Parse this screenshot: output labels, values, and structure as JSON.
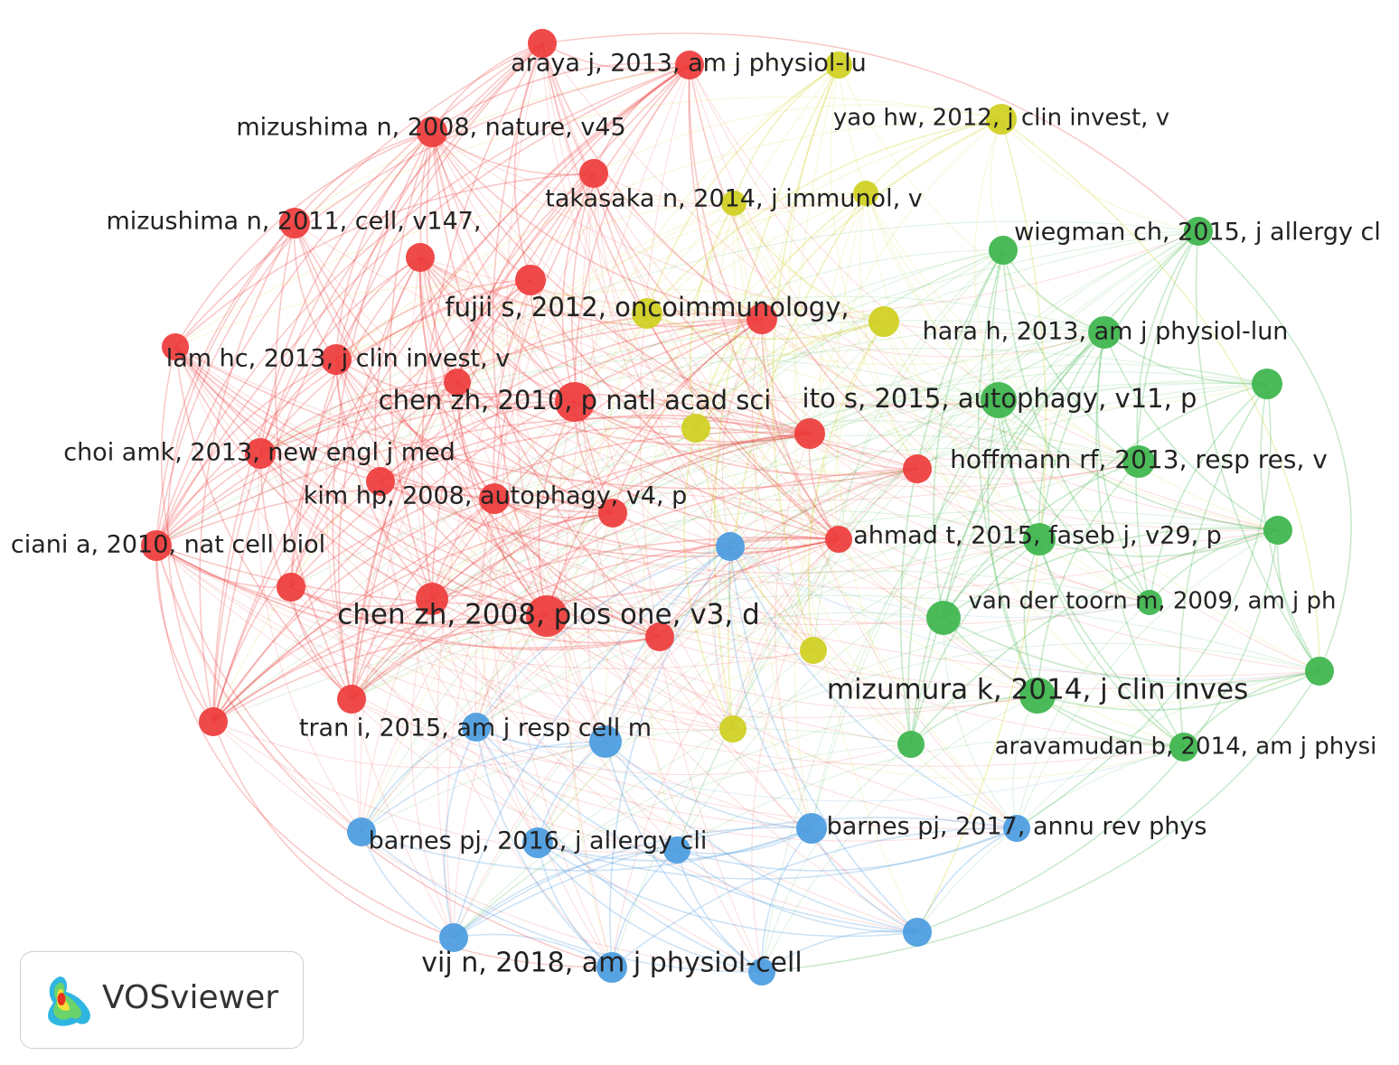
{
  "colors": {
    "red": "#ee3b3b",
    "green": "#3cb44b",
    "blue": "#4a9be0",
    "yellow": "#cfcf1f"
  },
  "nodes": [
    {
      "id": "araya",
      "cluster": "red",
      "label": "araya j, 2013, am j physiol-lu"
    },
    {
      "id": "r_top",
      "cluster": "red",
      "label": ""
    },
    {
      "id": "y_top",
      "cluster": "yellow",
      "label": ""
    },
    {
      "id": "mizushima08",
      "cluster": "red",
      "label": "mizushima n, 2008, nature, v45"
    },
    {
      "id": "yao",
      "cluster": "yellow",
      "label": "yao hw, 2012, j clin invest, v"
    },
    {
      "id": "r_a",
      "cluster": "red",
      "label": ""
    },
    {
      "id": "takasaka",
      "cluster": "yellow",
      "label": "takasaka n, 2014, j immunol, v"
    },
    {
      "id": "y_b",
      "cluster": "yellow",
      "label": ""
    },
    {
      "id": "mizushima11",
      "cluster": "red",
      "label": "mizushima n, 2011, cell, v147,"
    },
    {
      "id": "r_b",
      "cluster": "red",
      "label": ""
    },
    {
      "id": "r_c",
      "cluster": "red",
      "label": ""
    },
    {
      "id": "wiegman",
      "cluster": "green",
      "label": "wiegman ch, 2015, j allergy cl"
    },
    {
      "id": "g_a",
      "cluster": "green",
      "label": ""
    },
    {
      "id": "fujii",
      "cluster": "yellow",
      "label": "fujii s, 2012, oncoimmunology,"
    },
    {
      "id": "r_d",
      "cluster": "red",
      "label": ""
    },
    {
      "id": "y_c",
      "cluster": "yellow",
      "label": ""
    },
    {
      "id": "hara",
      "cluster": "green",
      "label": "hara h, 2013, am j physiol-lun"
    },
    {
      "id": "r_e",
      "cluster": "red",
      "label": ""
    },
    {
      "id": "lam",
      "cluster": "red",
      "label": "lam hc, 2013, j clin invest, v"
    },
    {
      "id": "r_f",
      "cluster": "red",
      "label": ""
    },
    {
      "id": "g_b",
      "cluster": "green",
      "label": ""
    },
    {
      "id": "chen10",
      "cluster": "red",
      "label": "chen zh, 2010, p natl acad sci"
    },
    {
      "id": "ito",
      "cluster": "green",
      "label": "ito s, 2015, autophagy, v11, p"
    },
    {
      "id": "y_d",
      "cluster": "yellow",
      "label": ""
    },
    {
      "id": "r_g",
      "cluster": "red",
      "label": ""
    },
    {
      "id": "choi",
      "cluster": "red",
      "label": "choi amk, 2013, new engl j med"
    },
    {
      "id": "hoffmann",
      "cluster": "green",
      "label": "hoffmann rf, 2013, resp res, v"
    },
    {
      "id": "r_h",
      "cluster": "red",
      "label": ""
    },
    {
      "id": "r_i",
      "cluster": "red",
      "label": ""
    },
    {
      "id": "kim",
      "cluster": "red",
      "label": "kim hp, 2008, autophagy, v4, p"
    },
    {
      "id": "r_j",
      "cluster": "red",
      "label": ""
    },
    {
      "id": "ciani",
      "cluster": "red",
      "label": "ciani a, 2010, nat cell biol"
    },
    {
      "id": "b_a",
      "cluster": "blue",
      "label": ""
    },
    {
      "id": "ahmad",
      "cluster": "green",
      "label": "ahmad t, 2015, faseb j, v29, p"
    },
    {
      "id": "r_k",
      "cluster": "red",
      "label": ""
    },
    {
      "id": "g_c",
      "cluster": "green",
      "label": ""
    },
    {
      "id": "r_l",
      "cluster": "red",
      "label": ""
    },
    {
      "id": "chen08",
      "cluster": "red",
      "label": "chen zh, 2008, plos one, v3, d"
    },
    {
      "id": "r_m",
      "cluster": "red",
      "label": ""
    },
    {
      "id": "vandertoorn",
      "cluster": "green",
      "label": "van der toorn m, 2009, am j ph"
    },
    {
      "id": "g_d",
      "cluster": "green",
      "label": ""
    },
    {
      "id": "r_n",
      "cluster": "red",
      "label": ""
    },
    {
      "id": "y_e",
      "cluster": "yellow",
      "label": ""
    },
    {
      "id": "mizumura",
      "cluster": "green",
      "label": "mizumura k, 2014, j clin inves"
    },
    {
      "id": "g_e",
      "cluster": "green",
      "label": ""
    },
    {
      "id": "r_o",
      "cluster": "red",
      "label": ""
    },
    {
      "id": "r_p",
      "cluster": "red",
      "label": ""
    },
    {
      "id": "tran",
      "cluster": "blue",
      "label": "tran i, 2015, am j resp cell m"
    },
    {
      "id": "b_b",
      "cluster": "blue",
      "label": ""
    },
    {
      "id": "y_f",
      "cluster": "yellow",
      "label": ""
    },
    {
      "id": "g_f",
      "cluster": "green",
      "label": ""
    },
    {
      "id": "aravamudan",
      "cluster": "green",
      "label": "aravamudan b, 2014, am j physi"
    },
    {
      "id": "b_c",
      "cluster": "blue",
      "label": ""
    },
    {
      "id": "barnes16",
      "cluster": "blue",
      "label": "barnes pj, 2016, j allergy cli"
    },
    {
      "id": "b_d",
      "cluster": "blue",
      "label": ""
    },
    {
      "id": "barnes17",
      "cluster": "blue",
      "label": "barnes pj, 2017, annu rev phys"
    },
    {
      "id": "b_e",
      "cluster": "blue",
      "label": ""
    },
    {
      "id": "b_f",
      "cluster": "blue",
      "label": ""
    },
    {
      "id": "vij",
      "cluster": "blue",
      "label": "vij n, 2018, am j physiol-cell"
    },
    {
      "id": "b_g",
      "cluster": "blue",
      "label": ""
    },
    {
      "id": "b_h",
      "cluster": "blue",
      "label": ""
    }
  ],
  "logo": {
    "text": "VOSviewer"
  }
}
